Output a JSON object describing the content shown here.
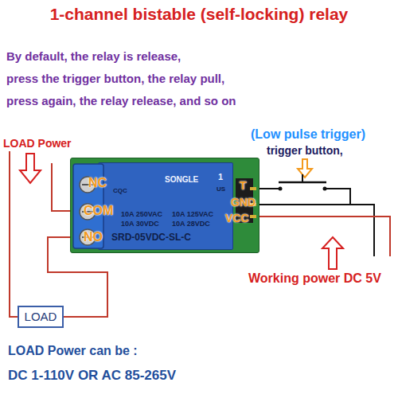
{
  "diagram": {
    "title": "1-channel bistable (self-locking) relay",
    "nodes": [
      {
        "text": [
          "NC",
          "COM",
          "NO",
          "T",
          "GND",
          "VCC"
        ]
      },
      {
        "text": [
          "SONGLE",
          "CQC",
          "1",
          "US",
          "10A 250VAC",
          "10A 125VAC",
          "10A 30VDC",
          "10A 28VDC",
          "SRD-05VDC-SL-C"
        ],
        "in": 0
      },
      {
        "text": [
          "LOAD"
        ]
      }
    ],
    "edges": [
      {
        "from": 0,
        "to": 2,
        "arrow": "none"
      }
    ],
    "labels": [
      "By default, the relay is release,",
      "press the trigger button, the relay pull,",
      "press again, the relay release, and so on",
      "LOAD Power",
      "(Low pulse trigger)",
      "trigger button,",
      "Working power DC 5V",
      "LOAD Power can be :",
      "DC 1-110V OR AC 85-265V"
    ]
  }
}
